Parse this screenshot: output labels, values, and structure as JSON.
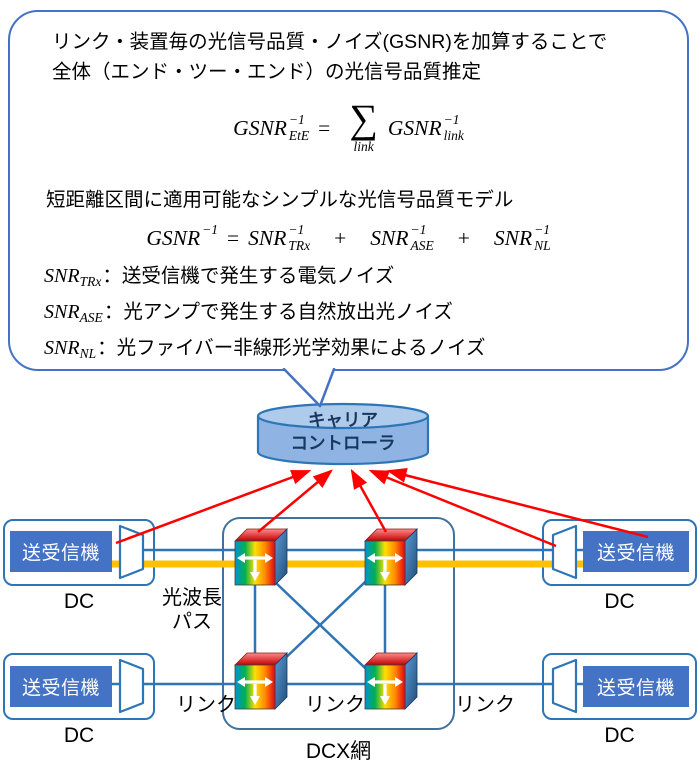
{
  "bubble": {
    "line1": "リンク・装置毎の光信号品質・ノイズ(GSNR)を加算することで",
    "line2": "全体（エンド・ツー・エンド）の光信号品質推定",
    "formula_ete": {
      "lhs": "GSNR",
      "lhs_sup": "−1",
      "lhs_sub": "EtE",
      "equals": "=",
      "sigma": "∑",
      "sigma_sub": "link",
      "rhs": "GSNR",
      "rhs_sup": "−1",
      "rhs_sub": "link"
    },
    "line3": "短距離区間に適用可能なシンプルな光信号品質モデル",
    "formula_model": {
      "lhs": "GSNR",
      "lhs_sup": "−1",
      "lhs_sub": "",
      "equals": "=",
      "t1": "SNR",
      "t1_sup": "−1",
      "t1_sub": "TRx",
      "plus1": "+",
      "t2": "SNR",
      "t2_sup": "−1",
      "t2_sub": "ASE",
      "plus2": "+",
      "t3": "SNR",
      "t3_sup": "−1",
      "t3_sub": "NL"
    },
    "defs": [
      {
        "base": "SNR",
        "sub": "TRx",
        "text": "：送受信機で発生する電気ノイズ"
      },
      {
        "base": "SNR",
        "sub": "ASE",
        "text": "：光アンプで発生する自然放出光ノイズ"
      },
      {
        "base": "SNR",
        "sub": "NL",
        "text": "：光ファイバー非線形光学効果によるノイズ"
      }
    ]
  },
  "controller": {
    "line1": "キャリア",
    "line2": "コントローラ"
  },
  "network": {
    "transceivers": {
      "tl": "送受信機",
      "tr": "送受信機",
      "bl": "送受信機",
      "br": "送受信機"
    },
    "dc_captions": {
      "tl": "DC",
      "tr": "DC",
      "bl": "DC",
      "br": "DC"
    },
    "dcx_caption": "DCX網",
    "wavelength_path_line1": "光波長",
    "wavelength_path_line2": "パス",
    "links": [
      "リンク",
      "リンク",
      "リンク"
    ]
  },
  "colors": {
    "bubble_border": "#4472C4",
    "link_blue": "#2E75B6",
    "wavelength_orange": "#FFC000",
    "arrow_red": "#FF0000",
    "transceiver_blue": "#4472C4",
    "cylinder_blue": "#8FB4E3"
  }
}
